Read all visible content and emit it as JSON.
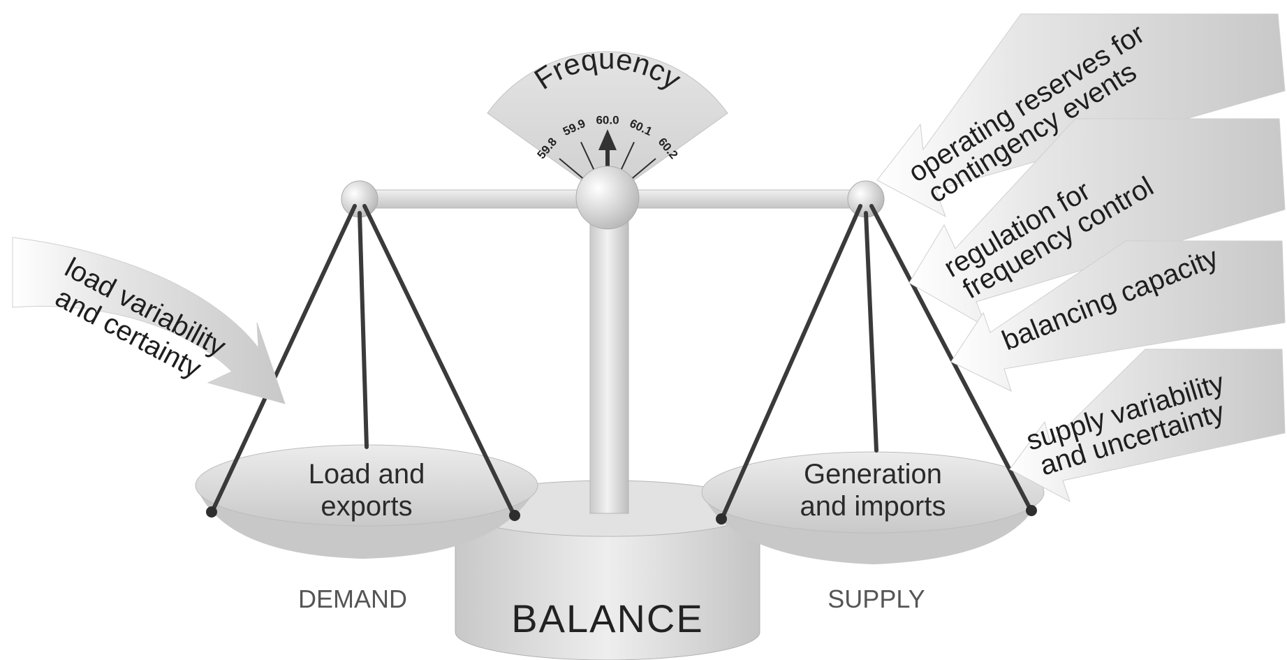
{
  "gauge": {
    "title": "Frequency",
    "ticks": [
      "59.8",
      "59.9",
      "60.0",
      "60.1",
      "60.2"
    ]
  },
  "left_pan": {
    "line1": "Load and",
    "line2": "exports",
    "caption": "DEMAND"
  },
  "right_pan": {
    "line1": "Generation",
    "line2": "and imports",
    "caption": "SUPPLY"
  },
  "base": {
    "label": "BALANCE"
  },
  "left_arrow": {
    "line1": "load variability",
    "line2": "and certainty"
  },
  "right_arrows": [
    {
      "line1": "operating reserves for",
      "line2": "contingency events"
    },
    {
      "line1": "regulation for",
      "line2": "frequency control"
    },
    {
      "line1": "balancing capacity",
      "line2": ""
    },
    {
      "line1": "supply variability",
      "line2": "and uncertainty"
    }
  ]
}
